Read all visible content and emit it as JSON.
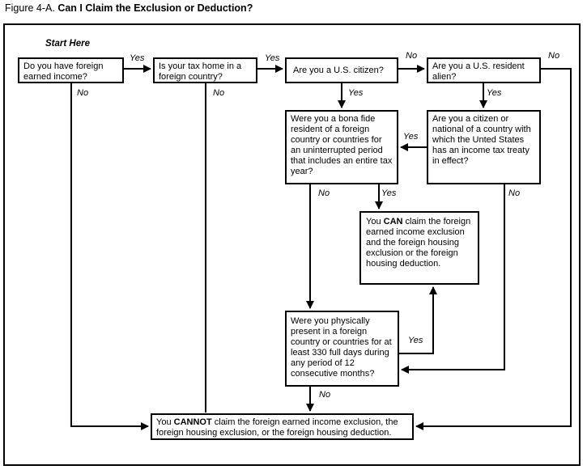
{
  "figure": {
    "label": "Figure 4-A.",
    "title": "Can I Claim the Exclusion or Deduction?",
    "start_here": "Start Here"
  },
  "nodes": {
    "foreign_income": "Do you have foreign earned income?",
    "tax_home": "Is your tax home in a foreign country?",
    "us_citizen": "Are you a U.S. citizen?",
    "resident_alien": "Are you a U.S. resident alien?",
    "bona_fide": "Were you a bona fide resident of a foreign country or countries for an uninterrupted period that includes an entire tax year?",
    "treaty": "Are you a citizen or national of a country with which the Unted States has an income tax treaty in effect?",
    "can": {
      "prefix": "You ",
      "emphasis": "CAN",
      "suffix": " claim the foreign earned income exclusion and the foreign housing exclusion or the foreign housing deduction."
    },
    "physical_presence": "Were you physically present in a foreign country or countries for at least 330 full days during any period of 12 consecutive months?",
    "cannot": {
      "prefix": "You ",
      "emphasis": "CANNOT",
      "suffix": " claim the foreign earned income exclusion, the foreign housing exclusion, or the foreign housing deduction."
    }
  },
  "edge_labels": {
    "income_yes": "Yes",
    "income_no": "No",
    "taxhome_yes": "Yes",
    "taxhome_no": "No",
    "citizen_no": "No",
    "citizen_yes": "Yes",
    "alien_no": "No",
    "alien_yes": "Yes",
    "treaty_yes": "Yes",
    "treaty_no": "No",
    "bonafide_no": "No",
    "bonafide_yes": "Yes",
    "physical_yes": "Yes",
    "physical_no": "No"
  },
  "colors": {
    "line": "#000000",
    "background": "#ffffff"
  }
}
